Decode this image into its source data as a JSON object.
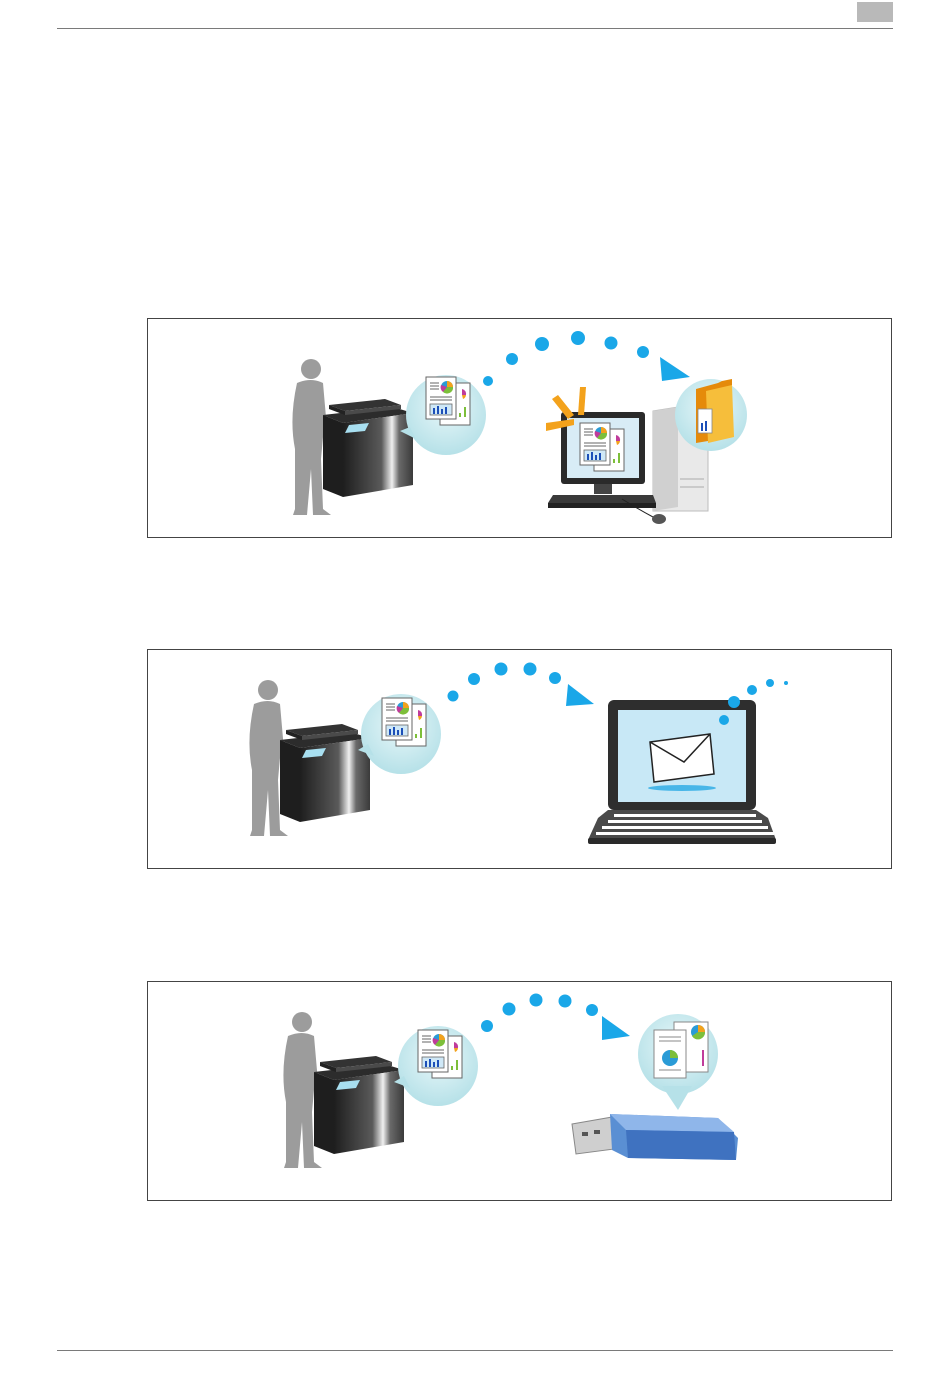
{
  "colors": {
    "dot_blue": "#1aa7e8",
    "bubble_teal": "#c4e8ee",
    "printer_dark": "#3a3a3a",
    "person_grey": "#9c9c9c",
    "folder_orange": "#f4ab23",
    "usb_blue": "#5a8fd3"
  },
  "panels": [
    {
      "id": "scan-to-pc",
      "destination_icon": "folder-icon"
    },
    {
      "id": "scan-to-email",
      "destination_icon": "envelope-icon"
    },
    {
      "id": "scan-to-usb",
      "destination_icon": "usb-drive-icon"
    }
  ]
}
